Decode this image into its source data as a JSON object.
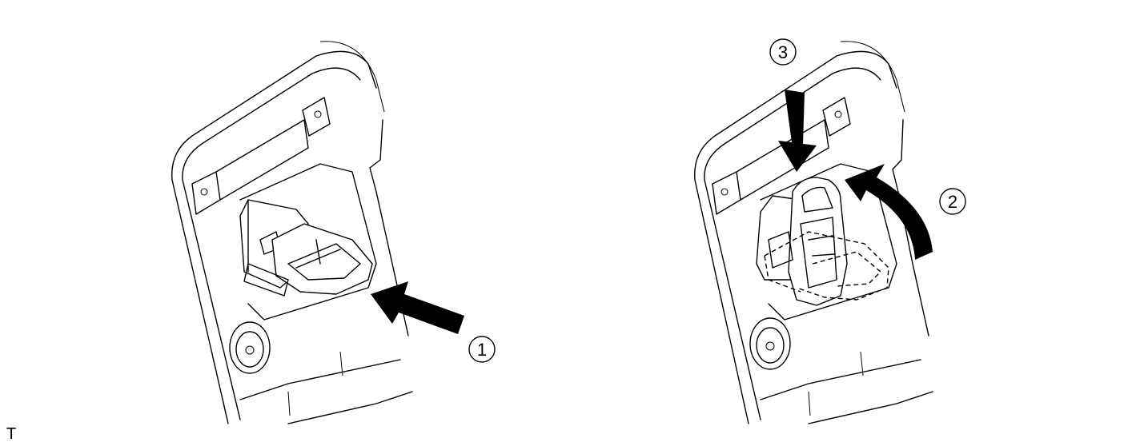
{
  "steps": {
    "step1": {
      "number": "1",
      "kind": "push-arrow"
    },
    "step2": {
      "number": "2",
      "kind": "rotate-arrow"
    },
    "step3": {
      "number": "3",
      "kind": "push-down-arrow"
    }
  },
  "corner_mark": "T"
}
